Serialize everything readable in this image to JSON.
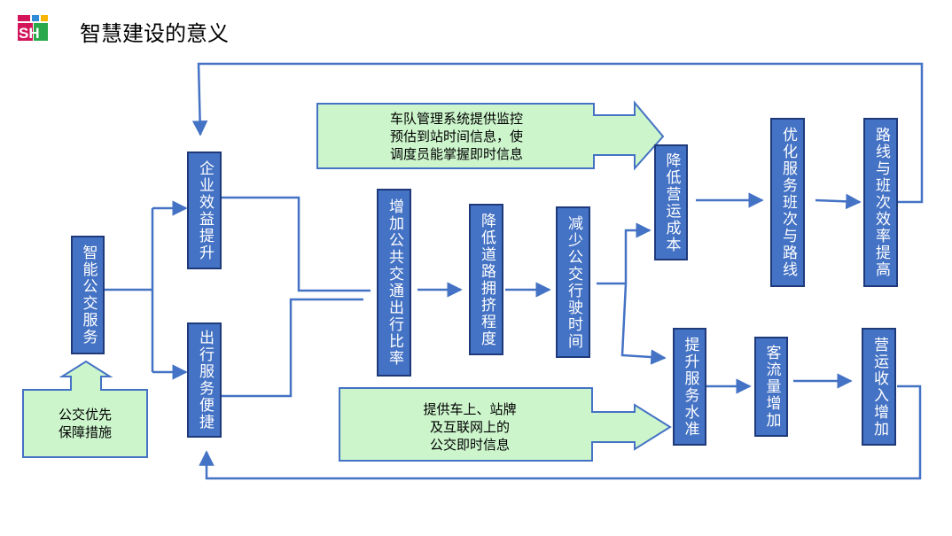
{
  "header": {
    "logo_text": "SH",
    "title": "智慧建设的意义"
  },
  "boxes": {
    "smart_bus": "智能公交服务",
    "enterprise_benefit": "企业效益提升",
    "travel_convenience": "出行服务便捷",
    "public_transit_share": "增加公共交通出行比率",
    "reduce_congestion": "降低道路拥挤程度",
    "reduce_travel_time": "减少公交行驶时间",
    "reduce_cost": "降低营运成本",
    "optimize_schedule": "优化服务班次与路线",
    "route_efficiency": "路线与班次效率提高",
    "improve_service": "提升服务水准",
    "passenger_increase": "客流量增加",
    "revenue_increase": "营运收入增加"
  },
  "callouts": {
    "priority": "公交优先\n保障措施",
    "fleet": "车队管理系统提供监控\n预估到站时间信息，使\n调度员能掌握即时信息",
    "info": "提供车上、站牌\n及互联网上的\n公交即时信息"
  },
  "colors": {
    "box_fill": "#4472c4",
    "box_border": "#1f3a7a",
    "callout_fill": "#ccf5cc",
    "line": "#4472c4"
  }
}
